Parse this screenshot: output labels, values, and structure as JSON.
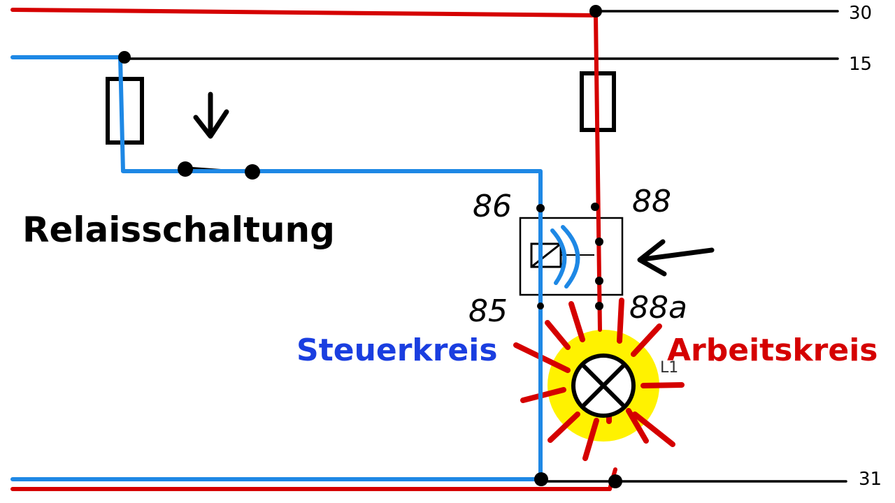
{
  "title": "Relaisschaltung",
  "rails": {
    "top": "30",
    "ignition": "15",
    "ground": "31"
  },
  "terminals": {
    "t86": "86",
    "t85": "85",
    "t88": "88",
    "t88a": "88a"
  },
  "circuits": {
    "control": "Steuerkreis",
    "load": "Arbeitskreis"
  },
  "lamp_label": "L1",
  "colors": {
    "control": "#1e88e5",
    "load": "#d50000",
    "glow": "#fff200",
    "wire": "#000000",
    "control_label": "#1a3ee0",
    "load_label": "#d50000"
  },
  "icons": [
    "fuse-icon",
    "switch-icon",
    "relay-icon",
    "lamp-icon",
    "arrow-icon"
  ]
}
